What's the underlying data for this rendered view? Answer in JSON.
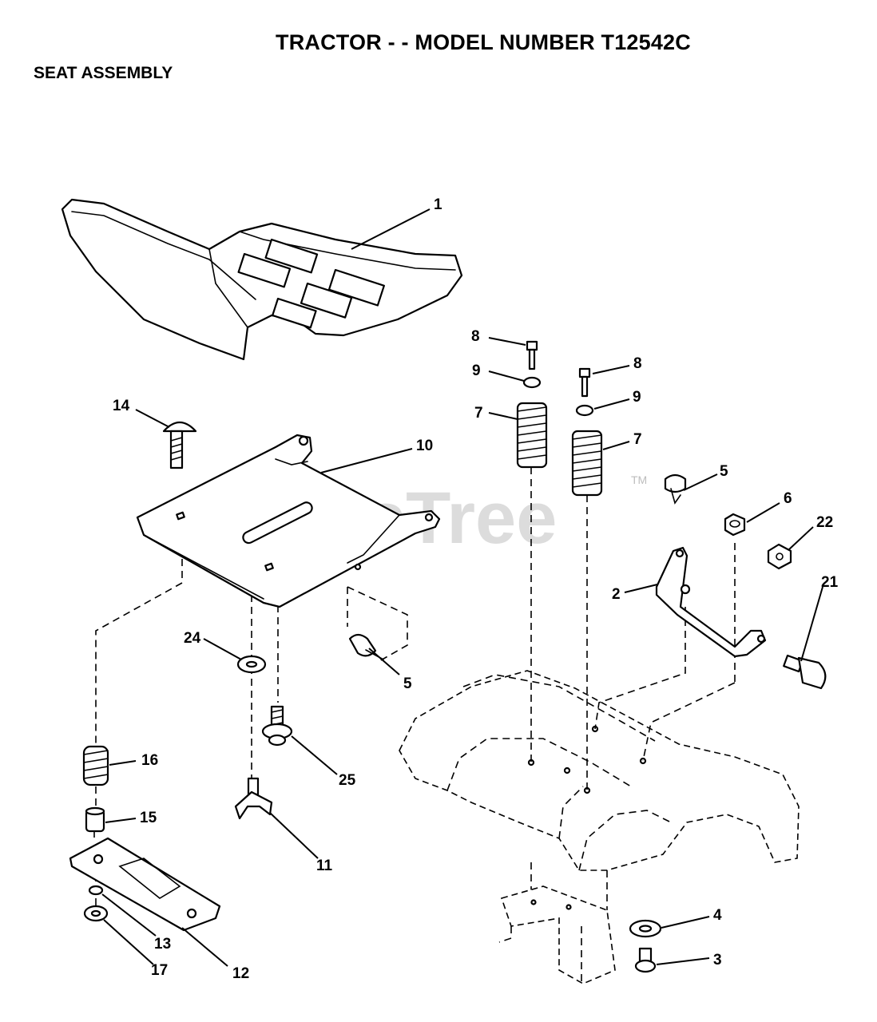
{
  "header": {
    "title": "TRACTOR - - MODEL NUMBER T12542C",
    "subtitle": "SEAT ASSEMBLY"
  },
  "watermark": {
    "text": "PartsTree",
    "tm": "TM"
  },
  "callouts": {
    "c1": "1",
    "c2": "2",
    "c3": "3",
    "c4": "4",
    "c5a": "5",
    "c5b": "5",
    "c6": "6",
    "c7a": "7",
    "c7b": "7",
    "c8a": "8",
    "c8b": "8",
    "c9a": "9",
    "c9b": "9",
    "c10": "10",
    "c11": "11",
    "c12": "12",
    "c13": "13",
    "c14": "14",
    "c15": "15",
    "c16": "16",
    "c17": "17",
    "c21": "21",
    "c22": "22",
    "c24": "24",
    "c25": "25"
  }
}
